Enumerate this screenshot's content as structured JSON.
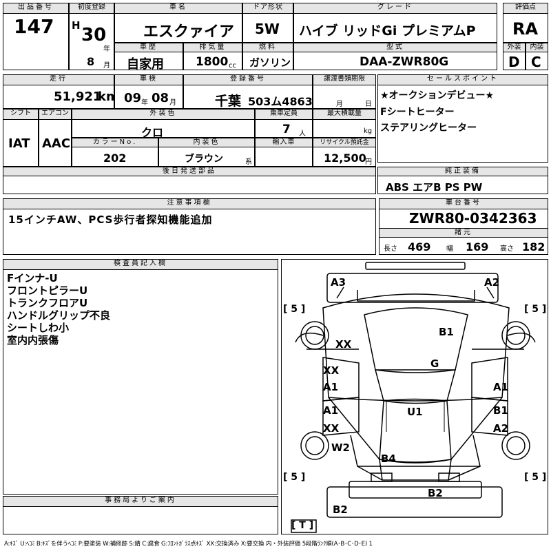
{
  "lot": {
    "label": "出品番号",
    "value": "147"
  },
  "first_reg": {
    "label": "初度登録",
    "era": "H",
    "year": "30",
    "year_unit": "年",
    "month": "8",
    "month_unit": "月"
  },
  "car_name": {
    "label": "車名",
    "value": "エスクァイア"
  },
  "door": {
    "label": "ドア形状",
    "value": "5W"
  },
  "grade": {
    "label": "グレード",
    "value": "ハイブ リッドGi プレミアムP"
  },
  "score": {
    "label": "評価点",
    "value": "RA"
  },
  "history": {
    "label": "車歴",
    "value": "自家用"
  },
  "displacement": {
    "label": "排気量",
    "value": "1800",
    "unit": "cc"
  },
  "fuel": {
    "label": "燃料",
    "value": "ガソリン"
  },
  "model_code": {
    "label": "型式",
    "value": "DAA-ZWR80G"
  },
  "exterior_score": {
    "label": "外装",
    "value": "D"
  },
  "interior_score": {
    "label": "内装",
    "value": "C"
  },
  "mileage": {
    "label": "走行",
    "value": "51,921",
    "unit": "km"
  },
  "inspection": {
    "label": "車検",
    "year": "09",
    "year_unit": "年",
    "month": "08",
    "month_unit": "月"
  },
  "plate": {
    "label": "登録番号",
    "region": "千葉",
    "number": "503ム4863"
  },
  "transfer_deadline": {
    "label": "譲渡書類期限",
    "month_unit": "月",
    "day_unit": "日"
  },
  "sales_points": {
    "label": "セールスポイント",
    "lines": [
      "★オークションデビュー★",
      "Fシートヒーター",
      "ステアリングヒーター"
    ]
  },
  "shift": {
    "label": "シフト",
    "value": "IAT"
  },
  "aircon": {
    "label": "エアコン",
    "value": "AAC"
  },
  "ext_color": {
    "label": "外装色",
    "value": "クロ"
  },
  "capacity": {
    "label": "乗車定員",
    "value": "7",
    "unit": "人"
  },
  "max_load": {
    "label": "最大積載量",
    "unit": "kg"
  },
  "color_no": {
    "label": "カラーNo.",
    "value": "202"
  },
  "int_color": {
    "label": "内装色",
    "value": "ブラウン",
    "unit": "系"
  },
  "import": {
    "label": "輸入車"
  },
  "recycle": {
    "label": "リサイクル預託金",
    "value": "12,500",
    "unit": "円"
  },
  "later_parts": {
    "label": "後日発送部品"
  },
  "equipment": {
    "label": "純正装備",
    "value": "ABS エアB PS PW"
  },
  "notes": {
    "label": "注意事項欄",
    "value": "15インチAW、PCS歩行者探知機能追加"
  },
  "chassis": {
    "label": "車台番号",
    "value": "ZWR80-0342363"
  },
  "dims": {
    "label": "諸元",
    "length_label": "長さ",
    "length": "469",
    "width_label": "幅",
    "width": "169",
    "height_label": "高さ",
    "height": "182"
  },
  "inspector": {
    "label": "検査員記入欄",
    "lines": [
      "Fインナ-U",
      "フロントピラーU",
      "トランクフロアU",
      "ハンドルグリップ不良",
      "シートしわ小",
      "室内内張傷"
    ]
  },
  "office": {
    "label": "事務局よりご案内"
  },
  "diagram": {
    "marks": {
      "a3": "A3",
      "a2_top": "A2",
      "xx_hood": "XX",
      "b1_top": "B1",
      "g": "G",
      "xx_l1": "XX",
      "a1_l1": "A1",
      "a1_l2": "A1",
      "xx_l2": "XX",
      "w2": "W2",
      "a1_r1": "A1",
      "b1_r2": "B1",
      "a2_r2": "A2",
      "u1": "U1",
      "b4": "B4",
      "b2_a": "B2",
      "b2_b": "B2"
    },
    "five": "5",
    "tire": "T"
  },
  "legend": "A:ｷｽﾞ U:ﾍｺﾐ B:ｷｽﾞを伴うﾍｺﾐ P:要塗装 W:補修跡 S:錆 C:腐食 G:ﾌﾛﾝﾄｶﾞﾗｽ点ｷｽﾞ XX:交換済み X:要交換  内・外装評価 5段階ﾗﾝｸ順(A･B･C･D･E) 1"
}
